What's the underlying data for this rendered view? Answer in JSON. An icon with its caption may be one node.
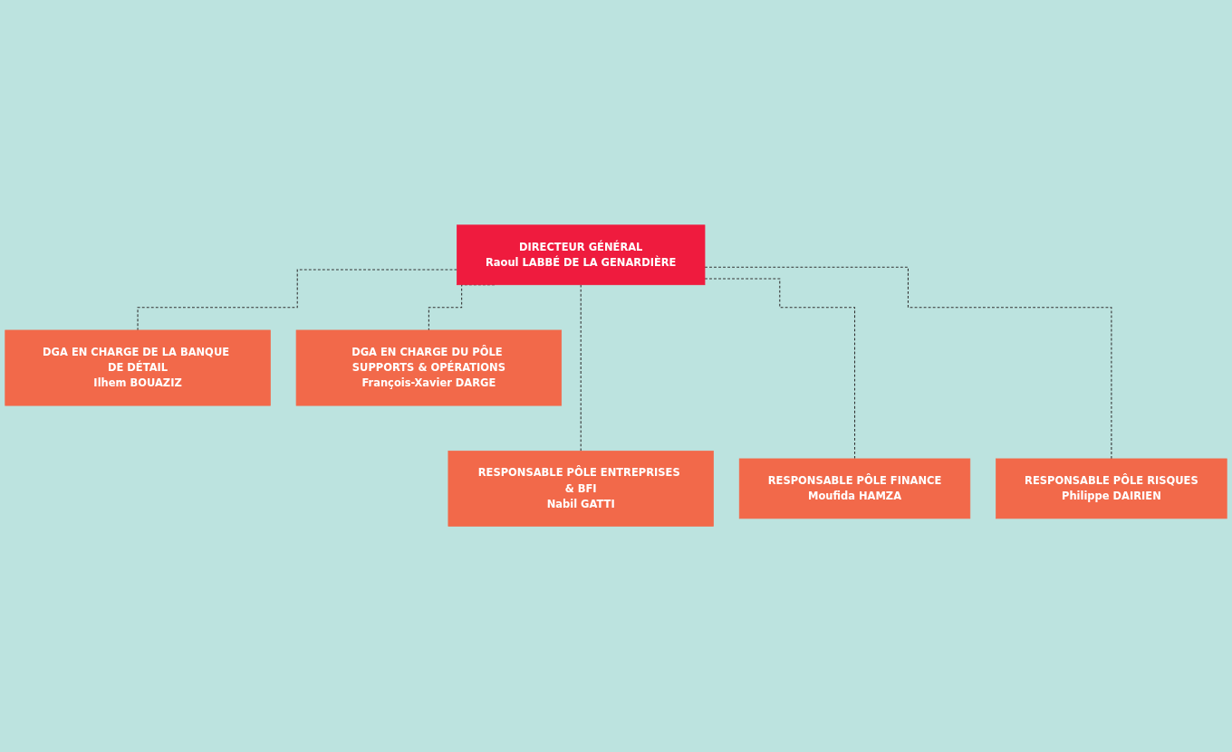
{
  "diagram": {
    "nodes": [
      {
        "text": [
          "DIRECTEUR GÉNÉRAL",
          "Raoul LABBÉ DE LA GENARDIÈRE"
        ]
      },
      {
        "text": [
          "DGA EN CHARGE DE LA BANQUE DE DÉTAIL",
          "Ilhem BOUAZIZ"
        ]
      },
      {
        "text": [
          "DGA EN CHARGE DU PÔLE SUPPORTS & OPÉRATIONS",
          "François-Xavier DARGE"
        ]
      },
      {
        "text": [
          "RESPONSABLE PÔLE ENTREPRISES & BFI",
          "Nabil GATTI"
        ]
      },
      {
        "text": [
          "RESPONSABLE PÔLE FINANCE",
          "Moufida HAMZA"
        ]
      },
      {
        "text": [
          "RESPONSABLE PÔLE RISQUES",
          "Philippe DAIRIEN"
        ]
      }
    ],
    "edges": [
      {
        "from": 0,
        "to": 1,
        "arrow": "none",
        "style": "dashed"
      },
      {
        "from": 0,
        "to": 2,
        "arrow": "none",
        "style": "dashed"
      },
      {
        "from": 0,
        "to": 3,
        "arrow": "none",
        "style": "dashed"
      },
      {
        "from": 0,
        "to": 4,
        "arrow": "none",
        "style": "dashed"
      },
      {
        "from": 0,
        "to": 5,
        "arrow": "none",
        "style": "dashed"
      }
    ]
  }
}
